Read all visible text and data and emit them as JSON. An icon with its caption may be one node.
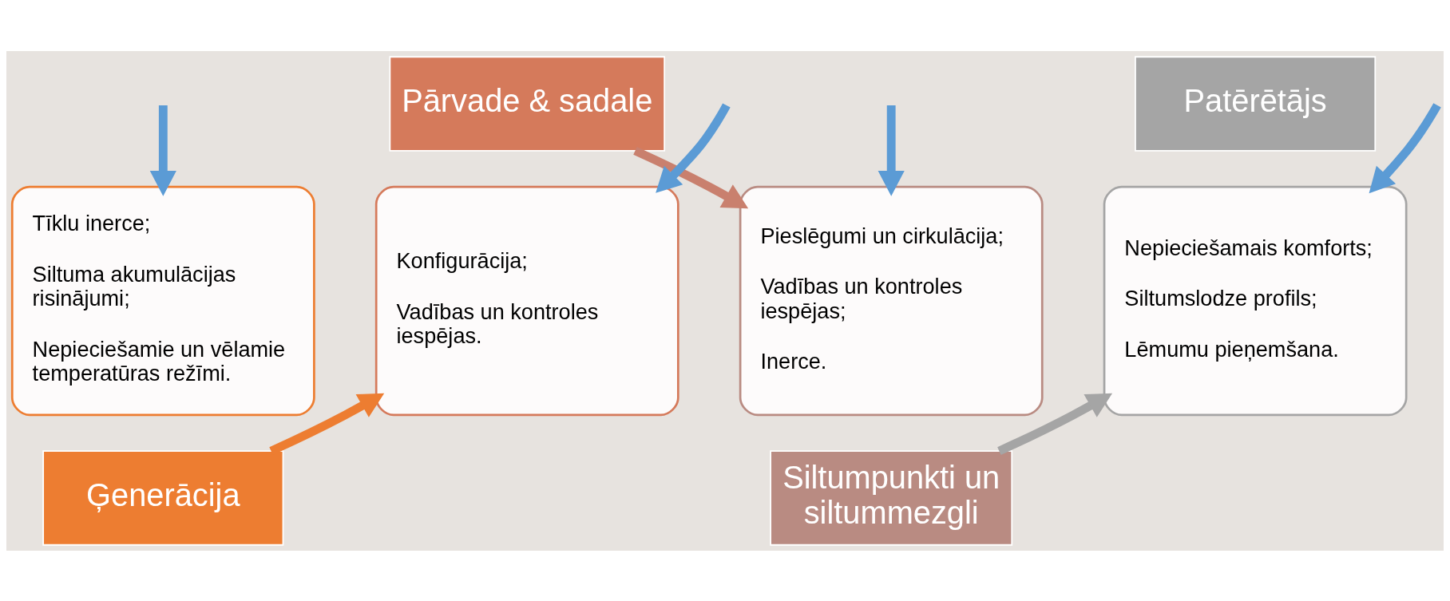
{
  "diagram": {
    "nodes": [
      {
        "text": [
          "Tīklu inerce;",
          "Siltuma akumulācijas risinājumi;",
          "Nepieciešamie un vēlamie temperatūras režīmi."
        ]
      },
      {
        "text": [
          "Ģenerācija"
        ]
      },
      {
        "text": [
          "Pārvade & sadale"
        ]
      },
      {
        "text": [
          "Konfigurācija;",
          "Vadības un kontroles iespējas."
        ]
      },
      {
        "text": [
          "Pieslēgumi un cirkulācija;",
          "Vadības un kontroles iespējas;",
          "Inerce."
        ]
      },
      {
        "text": [
          "Siltumpunkti un siltummezgli"
        ]
      },
      {
        "text": [
          "Patērētājs"
        ]
      },
      {
        "text": [
          "Nepieciešamais komforts;",
          "Siltumslodze profils;",
          "Lēmumu pieņemšana."
        ]
      }
    ],
    "edges": [
      {
        "from": null,
        "to": 0,
        "arrow": "to",
        "color": "#5b9bd5"
      },
      {
        "from": null,
        "to": 3,
        "arrow": "to",
        "color": "#5b9bd5"
      },
      {
        "from": null,
        "to": 4,
        "arrow": "to",
        "color": "#5b9bd5"
      },
      {
        "from": null,
        "to": 7,
        "arrow": "to",
        "color": "#5b9bd5"
      },
      {
        "from": 1,
        "to": 3,
        "arrow": "to",
        "color": "#ed7d31"
      },
      {
        "from": 2,
        "to": 4,
        "arrow": "to",
        "color": "#c9806e"
      },
      {
        "from": 5,
        "to": 7,
        "arrow": "to",
        "color": "#a5a5a5"
      }
    ]
  }
}
